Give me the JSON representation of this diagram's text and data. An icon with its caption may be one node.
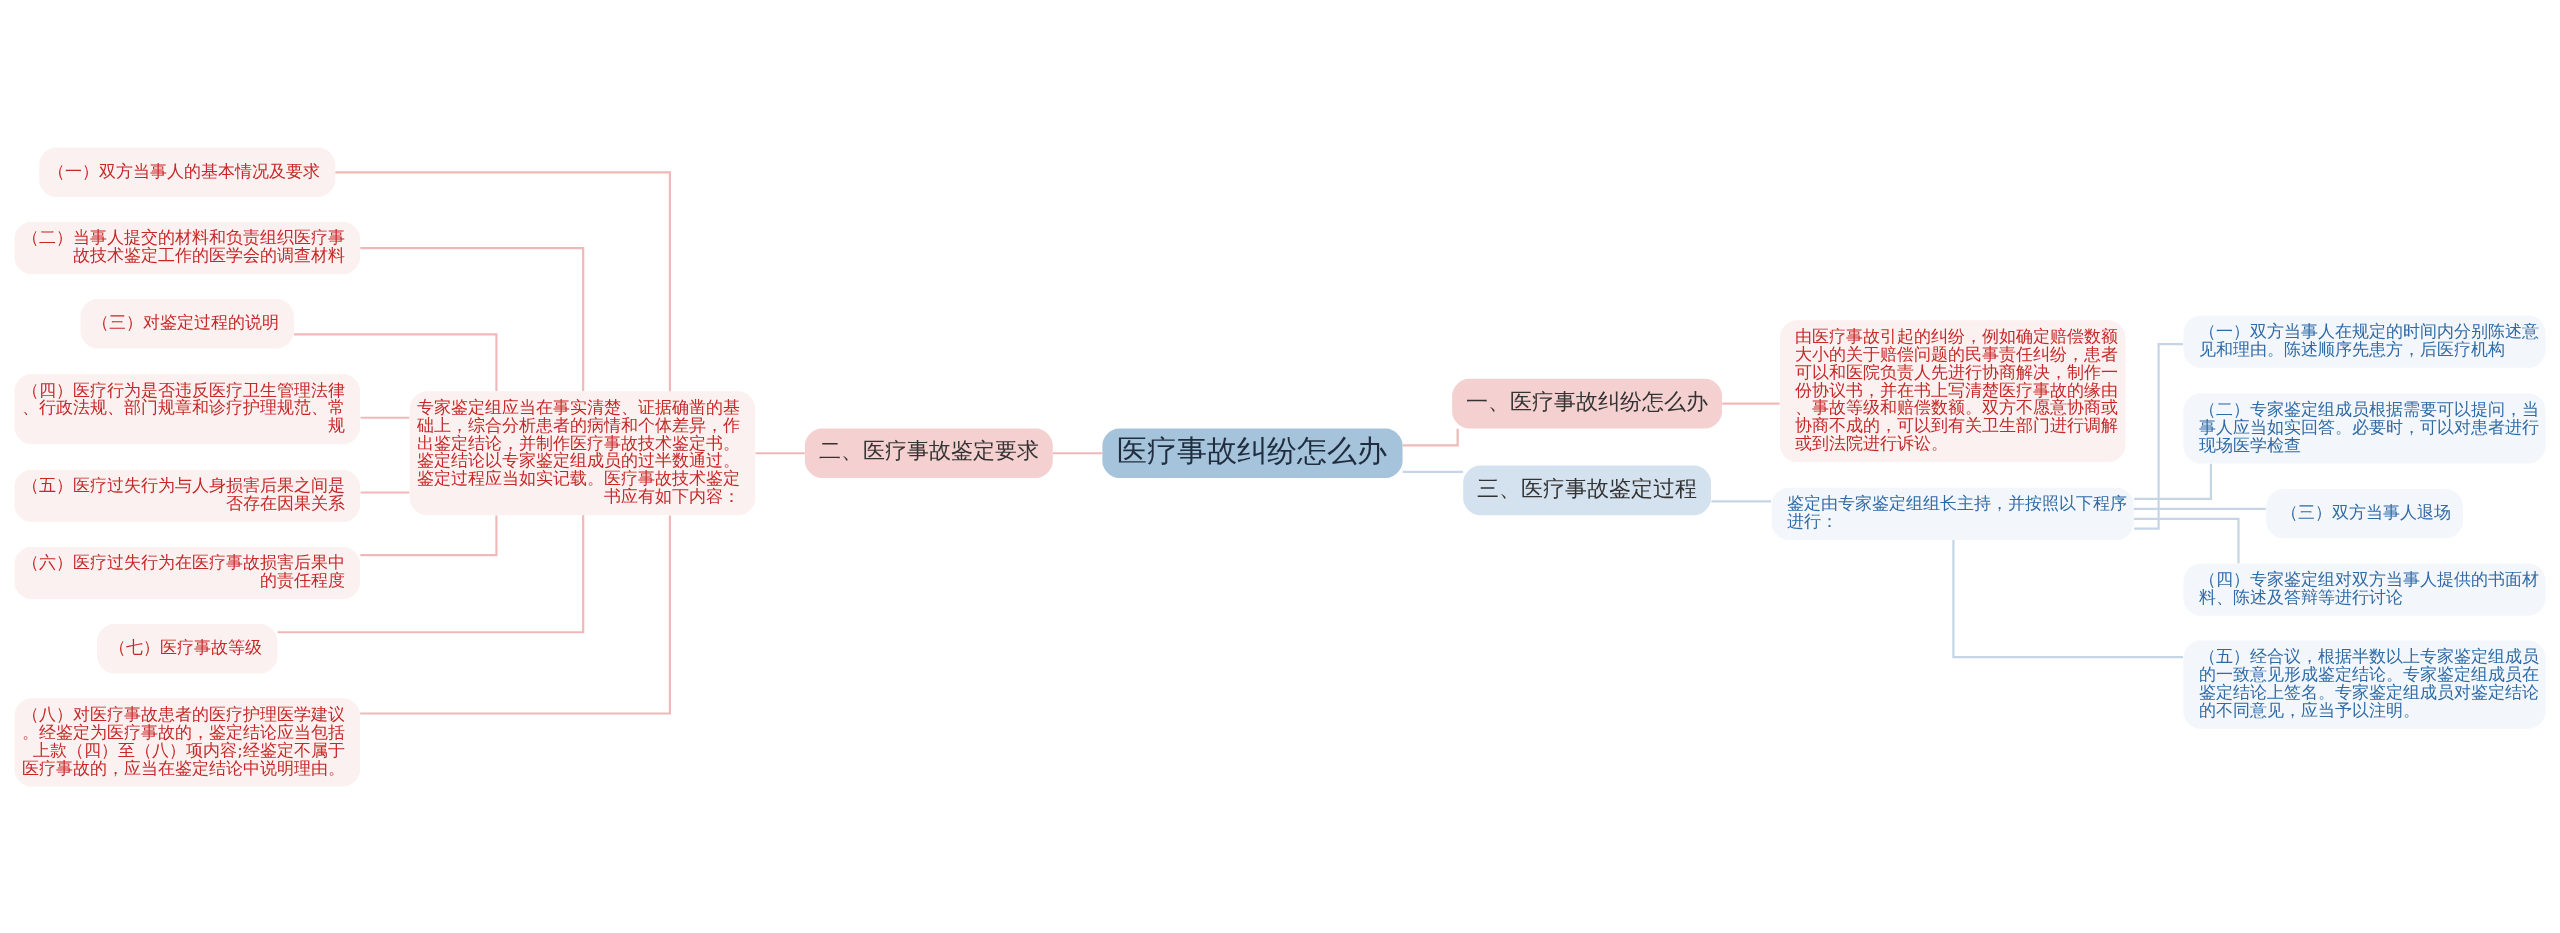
{
  "diagram": {
    "nodes": [
      {
        "text": [
          "医疗事故纠纷怎么办"
        ]
      },
      {
        "text": [
          "一、医疗事故纠纷怎么办"
        ]
      },
      {
        "text": [
          "由医疗事故引起的纠纷，例如确定赔偿数额大小的关于赔偿问题的民事责任纠纷，患者可以和医院负责人先进行协商解决，制作一份协议书，并在书上写清楚医疗事故的缘由、事故等级和赔偿数额。双方不愿意协商或协商不成的，可以到有关卫生部门进行调解或到法院进行诉讼。"
        ]
      },
      {
        "text": [
          "二、医疗事故鉴定要求"
        ]
      },
      {
        "text": [
          "专家鉴定组应当在事实清楚、证据确凿的基础上，综合分析患者的病情和个体差异，作出鉴定结论，并制作医疗事故技术鉴定书。鉴定结论以专家鉴定组成员的过半数通过。鉴定过程应当如实记载。医疗事故技术鉴定书应有如下内容："
        ]
      },
      {
        "text": [
          "（一）双方当事人的基本情况及要求"
        ]
      },
      {
        "text": [
          "（二）当事人提交的材料和负责组织医疗事故技术鉴定工作的医学会的调查材料"
        ]
      },
      {
        "text": [
          "（三）对鉴定过程的说明"
        ]
      },
      {
        "text": [
          "（四）医疗行为是否违反医疗卫生管理法律、行政法规、部门规章和诊疗护理规范、常规"
        ]
      },
      {
        "text": [
          "（五）医疗过失行为与人身损害后果之间是否存在因果关系"
        ]
      },
      {
        "text": [
          "（六）医疗过失行为在医疗事故损害后果中的责任程度"
        ]
      },
      {
        "text": [
          "（七）医疗事故等级"
        ]
      },
      {
        "text": [
          "（八）对医疗事故患者的医疗护理医学建议。经鉴定为医疗事故的，鉴定结论应当包括上款（四）至（八）项内容;经鉴定不属于医疗事故的，应当在鉴定结论中说明理由。"
        ]
      },
      {
        "text": [
          "三、医疗事故鉴定过程"
        ]
      },
      {
        "text": [
          "鉴定由专家鉴定组组长主持，并按照以下程序进行："
        ]
      },
      {
        "text": [
          "（一）双方当事人在规定的时间内分别陈述意见和理由。陈述顺序先患方，后医疗机构"
        ]
      },
      {
        "text": [
          "（二）专家鉴定组成员根据需要可以提问，当事人应当如实回答。必要时，可以对患者进行现场医学检查"
        ]
      },
      {
        "text": [
          "（三）双方当事人退场"
        ]
      },
      {
        "text": [
          "（四）专家鉴定组对双方当事人提供的书面材料、陈述及答辩等进行讨论"
        ]
      },
      {
        "text": [
          "（五）经合议，根据半数以上专家鉴定组成员的一致意见形成鉴定结论。专家鉴定组成员在鉴定结论上签名。专家鉴定组成员对鉴定结论的不同意见，应当予以注明。"
        ]
      }
    ],
    "edges": [
      {
        "from": 0,
        "to": 1,
        "arrow": "none"
      },
      {
        "from": 1,
        "to": 2,
        "arrow": "none"
      },
      {
        "from": 0,
        "to": 3,
        "arrow": "none"
      },
      {
        "from": 3,
        "to": 4,
        "arrow": "none"
      },
      {
        "from": 4,
        "to": 5,
        "arrow": "none"
      },
      {
        "from": 4,
        "to": 6,
        "arrow": "none"
      },
      {
        "from": 4,
        "to": 7,
        "arrow": "none"
      },
      {
        "from": 4,
        "to": 8,
        "arrow": "none"
      },
      {
        "from": 4,
        "to": 9,
        "arrow": "none"
      },
      {
        "from": 4,
        "to": 10,
        "arrow": "none"
      },
      {
        "from": 4,
        "to": 11,
        "arrow": "none"
      },
      {
        "from": 4,
        "to": 12,
        "arrow": "none"
      },
      {
        "from": 0,
        "to": 13,
        "arrow": "none",
        "color": "#c5d5e6"
      },
      {
        "from": 13,
        "to": 14,
        "arrow": "none",
        "color": "#c5d5e6"
      },
      {
        "from": 14,
        "to": 15,
        "arrow": "none",
        "color": "#c5d5e6"
      },
      {
        "from": 14,
        "to": 16,
        "arrow": "none",
        "color": "#c5d5e6"
      },
      {
        "from": 14,
        "to": 17,
        "arrow": "none",
        "color": "#c5d5e6"
      },
      {
        "from": 14,
        "to": 18,
        "arrow": "none",
        "color": "#c5d5e6"
      },
      {
        "from": 14,
        "to": 19,
        "arrow": "none",
        "color": "#c5d5e6"
      }
    ]
  }
}
